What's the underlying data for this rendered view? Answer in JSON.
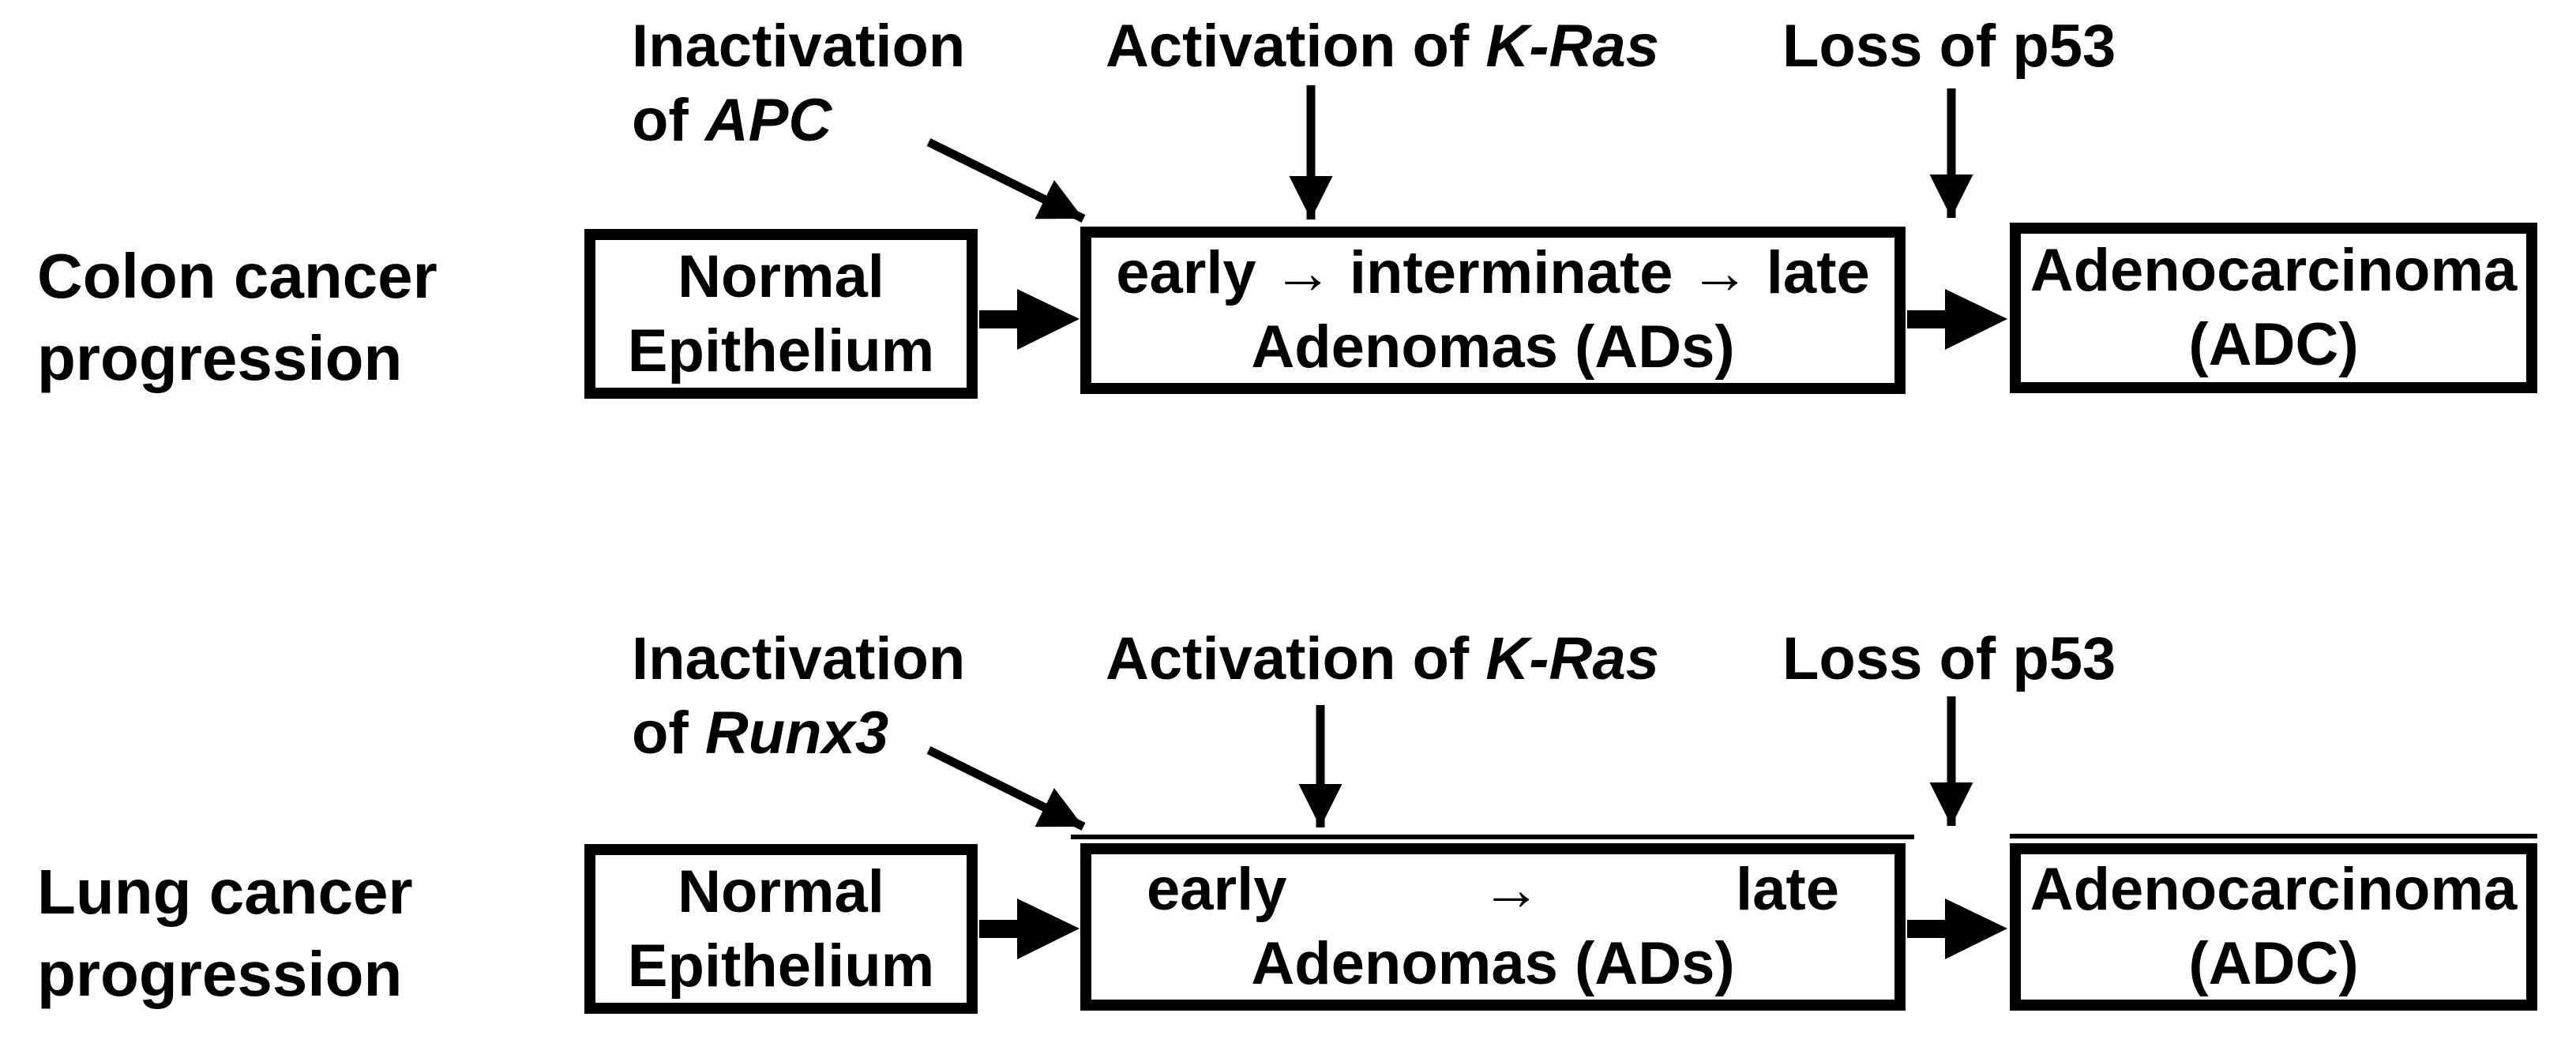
{
  "colors": {
    "ink": "#000000",
    "background": "#ffffff"
  },
  "rows": [
    {
      "label_line1": "Colon cancer",
      "label_line2": "progression",
      "ann1_line1": "Inactivation",
      "ann1_line2_prefix": "of ",
      "ann1_gene": "APC",
      "ann2_prefix": "Activation of ",
      "ann2_gene": "K-Ras",
      "ann3": "Loss of p53",
      "box1_line1": "Normal",
      "box1_line2": "Epithelium",
      "box2_line1": "early → interminate → late",
      "box2_line2": "Adenomas (ADs)",
      "box3_line1": "Adenocarcinoma",
      "box3_line2": "(ADC)"
    },
    {
      "label_line1": "Lung cancer",
      "label_line2": "progression",
      "ann1_line1": "Inactivation",
      "ann1_line2_prefix": "of ",
      "ann1_gene": "Runx3",
      "ann2_prefix": "Activation of ",
      "ann2_gene": "K-Ras",
      "ann3": "Loss of p53",
      "box1_line1": "Normal",
      "box1_line2": "Epithelium",
      "box2_early": "early",
      "box2_arrow": "→",
      "box2_late": "late",
      "box2_line2": "Adenomas (ADs)",
      "box3_line1": "Adenocarcinoma",
      "box3_line2": "(ADC)"
    }
  ]
}
